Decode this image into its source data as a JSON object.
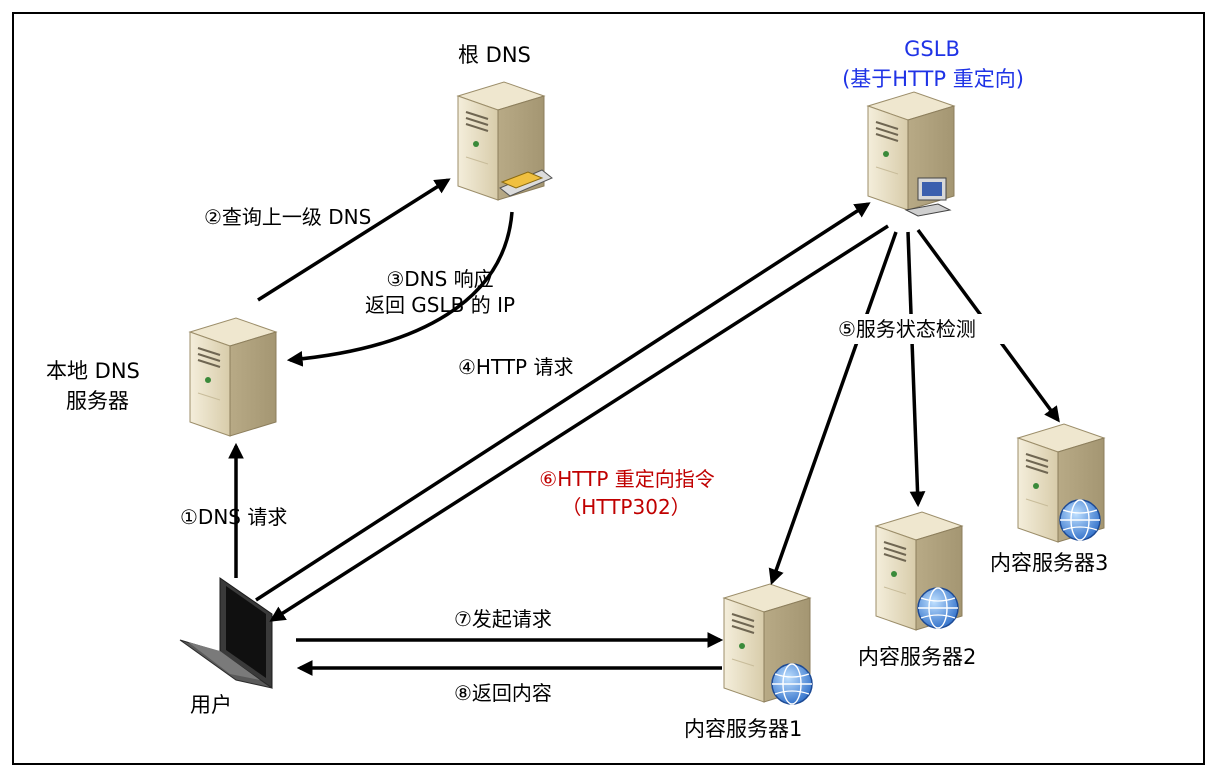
{
  "nodes": {
    "root_dns": "根 DNS",
    "gslb_title": "GSLB",
    "gslb_subtitle": "(基于HTTP 重定向)",
    "local_dns_line1": "本地 DNS",
    "local_dns_line2": "服务器",
    "user": "用户",
    "content_server_1": "内容服务器1",
    "content_server_2": "内容服务器2",
    "content_server_3": "内容服务器3"
  },
  "steps": {
    "step1": "①DNS 请求",
    "step2": "②查询上一级 DNS",
    "step3_line1": "③DNS 响应",
    "step3_line2": "返回 GSLB 的 IP",
    "step4": "④HTTP 请求",
    "step5": "⑤服务状态检测",
    "step6_line1": "⑥HTTP 重定向指令",
    "step6_line2": "（HTTP302）",
    "step7": "⑦发起请求",
    "step8": "⑧返回内容"
  },
  "colors": {
    "gslb_text": "#1f33e6",
    "redirect_text": "#c00000",
    "arrow": "#000000",
    "server_body": "#e6dcc0"
  }
}
